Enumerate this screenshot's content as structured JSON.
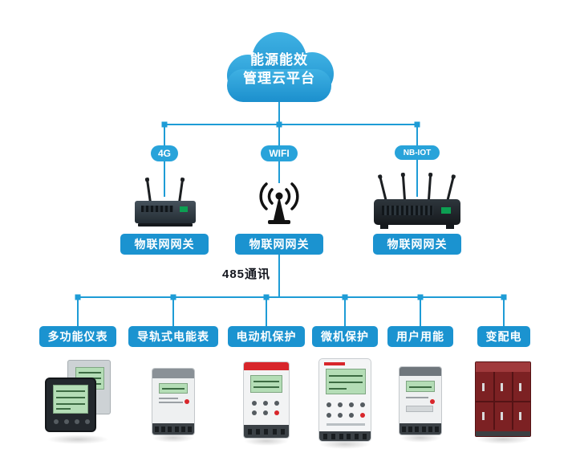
{
  "cloud": {
    "line1": "能源能效",
    "line2": "管理云平台"
  },
  "gateways": [
    {
      "badge": "4G",
      "label": "物联网网关"
    },
    {
      "badge": "WIFI",
      "label": "物联网网关"
    },
    {
      "badge": "NB-IOT",
      "label": "物联网网关"
    }
  ],
  "bus_label": "485通讯",
  "terminals": [
    {
      "label": "多功能仪表"
    },
    {
      "label": "导轨式电能表"
    },
    {
      "label": "电动机保护"
    },
    {
      "label": "微机保护"
    },
    {
      "label": "用户用能"
    },
    {
      "label": "变配电"
    }
  ],
  "colors": {
    "line_blue": "#1e9cd6",
    "pill_blue": "#1b93d0",
    "cloud_blue_top": "#3fb1e3",
    "cloud_blue_bottom": "#1b8fcd"
  }
}
